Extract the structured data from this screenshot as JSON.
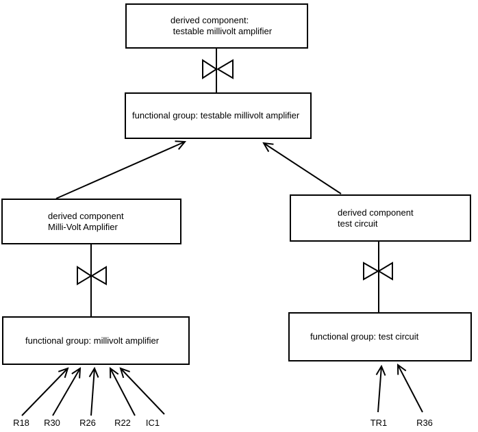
{
  "diagram": {
    "background_color": "#ffffff",
    "line_color": "#000000",
    "icons": {
      "bowtie_connector": "⋈",
      "arrowhead": "open-v"
    },
    "nodes": {
      "top_derived": {
        "line1": "derived component:",
        "line2": " testable millivolt amplifier"
      },
      "top_functional": {
        "label": "functional group: testable millivolt amplifier"
      },
      "left_derived": {
        "line1": "derived component",
        "line2": "Milli-Volt Amplifier"
      },
      "right_derived": {
        "line1": "derived component",
        "line2": "test circuit"
      },
      "left_functional": {
        "label": "functional group: millivolt amplifier"
      },
      "right_functional": {
        "label": "functional group: test circuit"
      }
    },
    "components_left": [
      "R18",
      "R30",
      "R26",
      "R22",
      "IC1"
    ],
    "components_right": [
      "TR1",
      "R36"
    ],
    "edges": [
      {
        "from": "top_derived",
        "to": "top_functional",
        "type": "bowtie"
      },
      {
        "from": "left_derived",
        "to": "top_functional",
        "type": "arrow"
      },
      {
        "from": "right_derived",
        "to": "top_functional",
        "type": "arrow"
      },
      {
        "from": "left_derived",
        "to": "left_functional",
        "type": "bowtie"
      },
      {
        "from": "right_derived",
        "to": "right_functional",
        "type": "bowtie"
      },
      {
        "from": "R18",
        "to": "left_functional",
        "type": "arrow"
      },
      {
        "from": "R30",
        "to": "left_functional",
        "type": "arrow"
      },
      {
        "from": "R26",
        "to": "left_functional",
        "type": "arrow"
      },
      {
        "from": "R22",
        "to": "left_functional",
        "type": "arrow"
      },
      {
        "from": "IC1",
        "to": "left_functional",
        "type": "arrow"
      },
      {
        "from": "TR1",
        "to": "right_functional",
        "type": "arrow"
      },
      {
        "from": "R36",
        "to": "right_functional",
        "type": "arrow"
      }
    ]
  }
}
